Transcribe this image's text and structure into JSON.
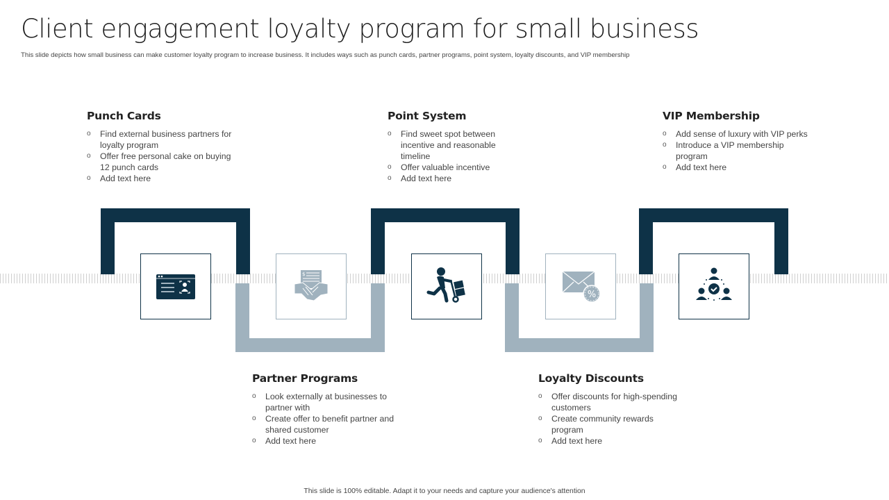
{
  "title": "Client engagement loyalty program for small business",
  "subtitle": "This slide depicts how small business can make customer loyalty program to increase business. It includes ways such as punch cards, partner programs, point system, loyalty discounts, and VIP membership",
  "footer": "This slide is 100% editable. Adapt it to your needs and capture your audience's attention",
  "colors": {
    "dark": "#0e3247",
    "light": "#a0b2be"
  },
  "steps": [
    {
      "heading": "Punch Cards",
      "icon": "id-card-icon",
      "position": "top",
      "bullets": [
        "Find external business partners for loyalty program",
        "Offer free personal cake on buying 12  punch cards",
        "Add text here"
      ]
    },
    {
      "heading": "Partner Programs",
      "icon": "handshake-agreement-icon",
      "position": "bottom",
      "bullets": [
        "Look externally at businesses to partner with",
        "Create offer  to benefit  partner and shared customer",
        "Add text here"
      ]
    },
    {
      "heading": "Point System",
      "icon": "delivery-worker-trolley-icon",
      "position": "top",
      "bullets": [
        "Find sweet spot between incentive and reasonable timeline",
        "Offer valuable  incentive",
        "Add text here"
      ]
    },
    {
      "heading": "Loyalty Discounts",
      "icon": "envelope-discount-icon",
      "position": "bottom",
      "bullets": [
        "Offer discounts for high-spending customers",
        "Create community rewards program",
        "Add text here"
      ]
    },
    {
      "heading": "VIP Membership",
      "icon": "verified-group-icon",
      "position": "top",
      "bullets": [
        "Add sense of luxury  with VIP perks",
        "Introduce  a VIP membership program",
        "Add text here"
      ]
    }
  ]
}
